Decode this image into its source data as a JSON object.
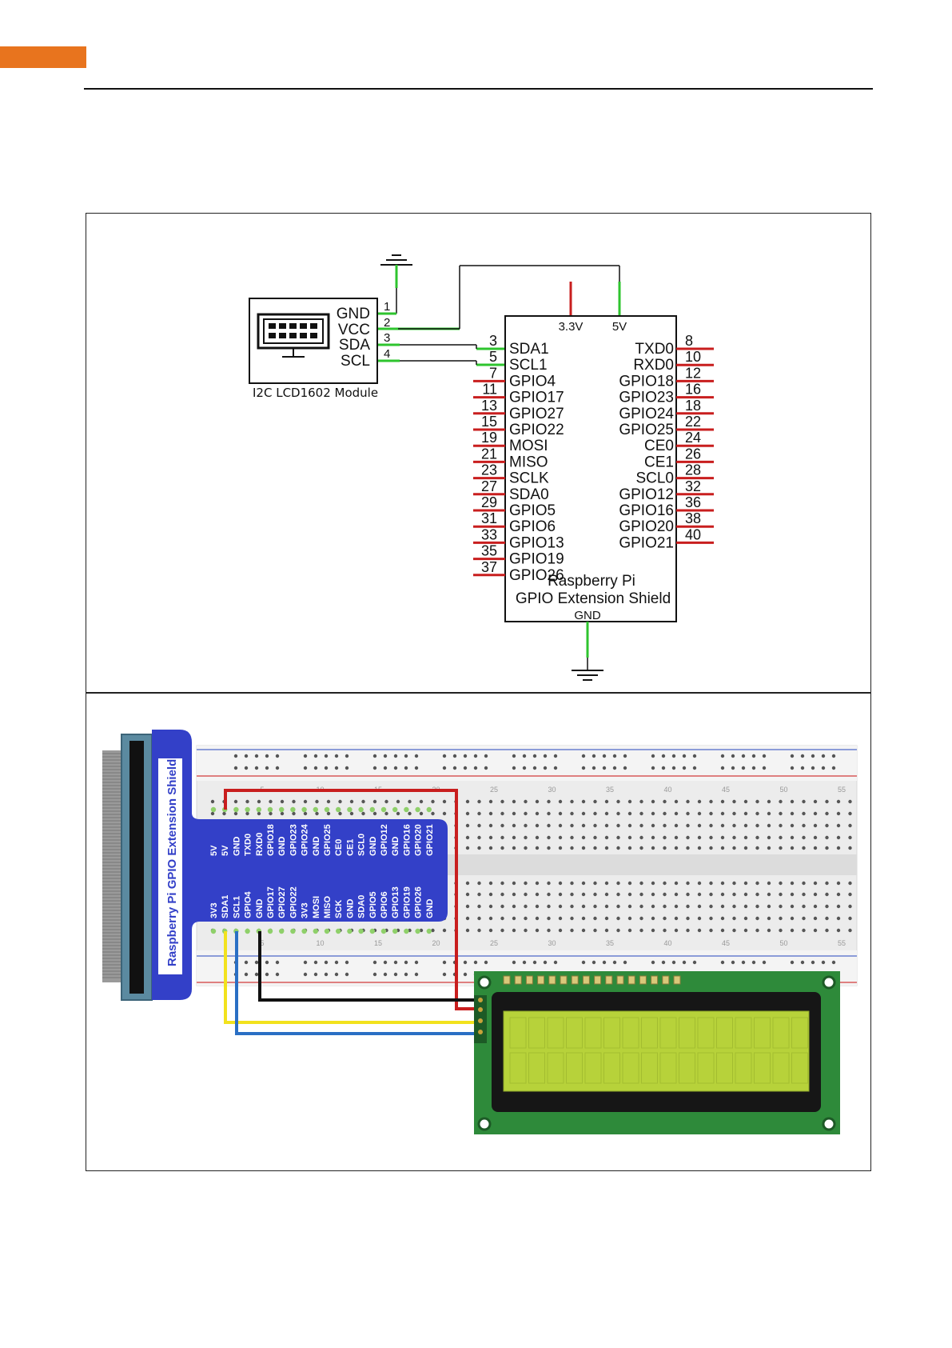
{
  "header": {
    "accent_color": "#e8741e"
  },
  "schematic": {
    "lcd_module": {
      "title": "I2C LCD1602 Module",
      "pins": [
        {
          "num": "1",
          "name": "GND"
        },
        {
          "num": "2",
          "name": "VCC"
        },
        {
          "num": "3",
          "name": "SDA"
        },
        {
          "num": "4",
          "name": "SCL"
        }
      ]
    },
    "shield": {
      "title_line1": "Raspberry Pi",
      "title_line2": "GPIO Extension Shield",
      "power_3v3": "3.3V",
      "power_5v": "5V",
      "gnd": "GND",
      "left_pins": [
        {
          "num": "3",
          "name": "SDA1"
        },
        {
          "num": "5",
          "name": "SCL1"
        },
        {
          "num": "7",
          "name": "GPIO4"
        },
        {
          "num": "11",
          "name": "GPIO17"
        },
        {
          "num": "13",
          "name": "GPIO27"
        },
        {
          "num": "15",
          "name": "GPIO22"
        },
        {
          "num": "19",
          "name": "MOSI"
        },
        {
          "num": "21",
          "name": "MISO"
        },
        {
          "num": "23",
          "name": "SCLK"
        },
        {
          "num": "27",
          "name": "SDA0"
        },
        {
          "num": "29",
          "name": "GPIO5"
        },
        {
          "num": "31",
          "name": "GPIO6"
        },
        {
          "num": "33",
          "name": "GPIO13"
        },
        {
          "num": "35",
          "name": "GPIO19"
        },
        {
          "num": "37",
          "name": "GPIO26"
        }
      ],
      "right_pins": [
        {
          "num": "8",
          "name": "TXD0"
        },
        {
          "num": "10",
          "name": "RXD0"
        },
        {
          "num": "12",
          "name": "GPIO18"
        },
        {
          "num": "16",
          "name": "GPIO23"
        },
        {
          "num": "18",
          "name": "GPIO24"
        },
        {
          "num": "22",
          "name": "GPIO25"
        },
        {
          "num": "24",
          "name": "CE0"
        },
        {
          "num": "26",
          "name": "CE1"
        },
        {
          "num": "28",
          "name": "SCL0"
        },
        {
          "num": "32",
          "name": "GPIO12"
        },
        {
          "num": "36",
          "name": "GPIO16"
        },
        {
          "num": "38",
          "name": "GPIO20"
        },
        {
          "num": "40",
          "name": "GPIO21"
        }
      ]
    }
  },
  "breadboard": {
    "board_label": "Raspberry Pi GPIO Extension Shield",
    "top_pin_labels": [
      "5V",
      "5V",
      "GND",
      "TXD0",
      "RXD0",
      "GPIO18",
      "GND",
      "GPIO23",
      "GPIO24",
      "GND",
      "GPIO25",
      "CE0",
      "CE1",
      "SCL0",
      "GND",
      "GPIO12",
      "GND",
      "GPIO16",
      "GPIO20",
      "GPIO21"
    ],
    "bottom_pin_labels": [
      "3V3",
      "SDA1",
      "SCL1",
      "GPIO4",
      "GND",
      "GPIO17",
      "GPIO27",
      "GPIO22",
      "3V3",
      "MOSI",
      "MISO",
      "SCK",
      "GND",
      "SDA0",
      "GPIO5",
      "GPIO6",
      "GPIO13",
      "GPIO19",
      "GPIO26",
      "GND"
    ],
    "column_numbers": [
      "5",
      "10",
      "15",
      "20",
      "25",
      "30",
      "35",
      "40",
      "45",
      "50",
      "55"
    ],
    "wire_colors": {
      "red": "#c81e1e",
      "black": "#111111",
      "yellow": "#f2e21d",
      "blue": "#2a6fc4"
    },
    "board_color": "#3340c8",
    "lcd_color": "#2e8a3a",
    "lcd_screen_color": "#b7d23a"
  }
}
